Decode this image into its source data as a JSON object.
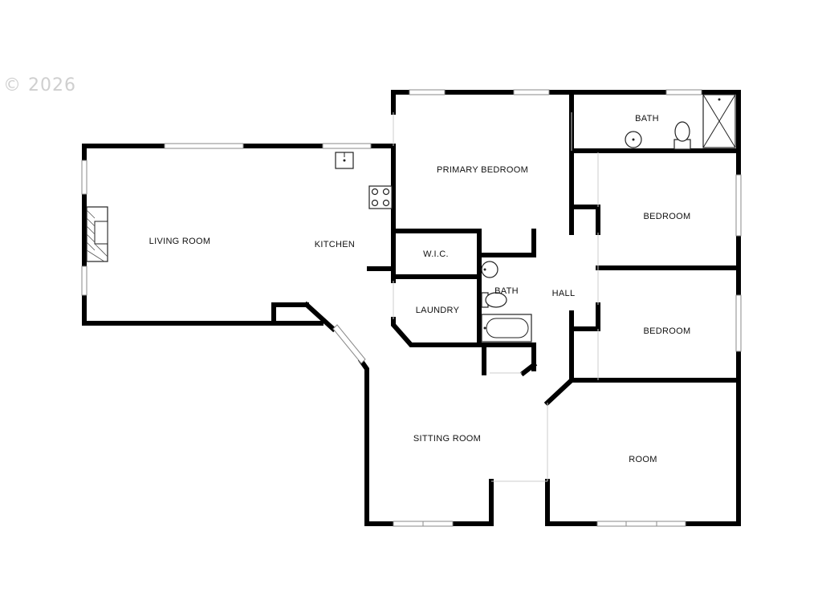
{
  "watermark": {
    "text": "© 2026"
  },
  "floorplan": {
    "rooms": [
      {
        "id": "living-room",
        "label": "LIVING ROOM"
      },
      {
        "id": "kitchen",
        "label": "KITCHEN"
      },
      {
        "id": "primary-bedroom",
        "label": "PRIMARY BEDROOM"
      },
      {
        "id": "bath-primary",
        "label": "BATH"
      },
      {
        "id": "bedroom-1",
        "label": "BEDROOM"
      },
      {
        "id": "wic",
        "label": "W.I.C."
      },
      {
        "id": "bath-hall",
        "label": "BATH"
      },
      {
        "id": "hall",
        "label": "HALL"
      },
      {
        "id": "laundry",
        "label": "LAUNDRY"
      },
      {
        "id": "bedroom-2",
        "label": "BEDROOM"
      },
      {
        "id": "sitting-room",
        "label": "SITTING ROOM"
      },
      {
        "id": "room",
        "label": "ROOM"
      }
    ],
    "icons": [
      "sink-icon",
      "stove-icon",
      "fireplace-icon",
      "toilet-icon",
      "shower-icon",
      "bathtub-icon"
    ]
  }
}
